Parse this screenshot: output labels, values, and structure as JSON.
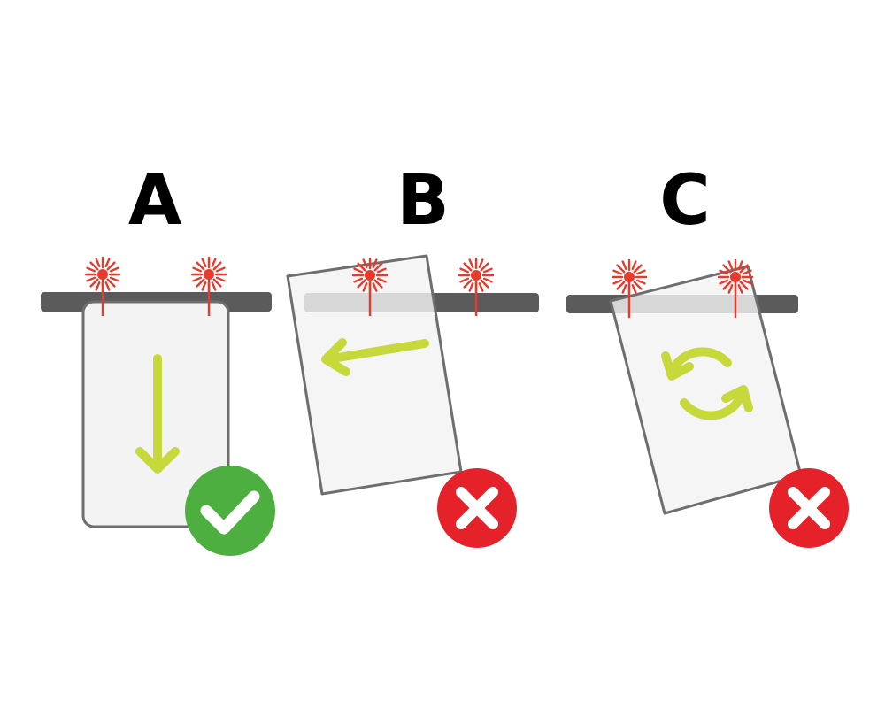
{
  "panels": [
    {
      "label": "A",
      "result": "correct",
      "motion": "straight-down-arrow-icon"
    },
    {
      "label": "B",
      "result": "incorrect",
      "motion": "left-arrow-icon"
    },
    {
      "label": "C",
      "result": "incorrect",
      "motion": "rotate-arrows-icon"
    }
  ],
  "colors": {
    "rail": "#5b5b5b",
    "card_fill": "#f3f3f3",
    "card_stroke": "#6e6e6e",
    "arrow": "#c7d93a",
    "laser": "#e8392a",
    "success": "#4caf3f",
    "error": "#e5222a"
  }
}
